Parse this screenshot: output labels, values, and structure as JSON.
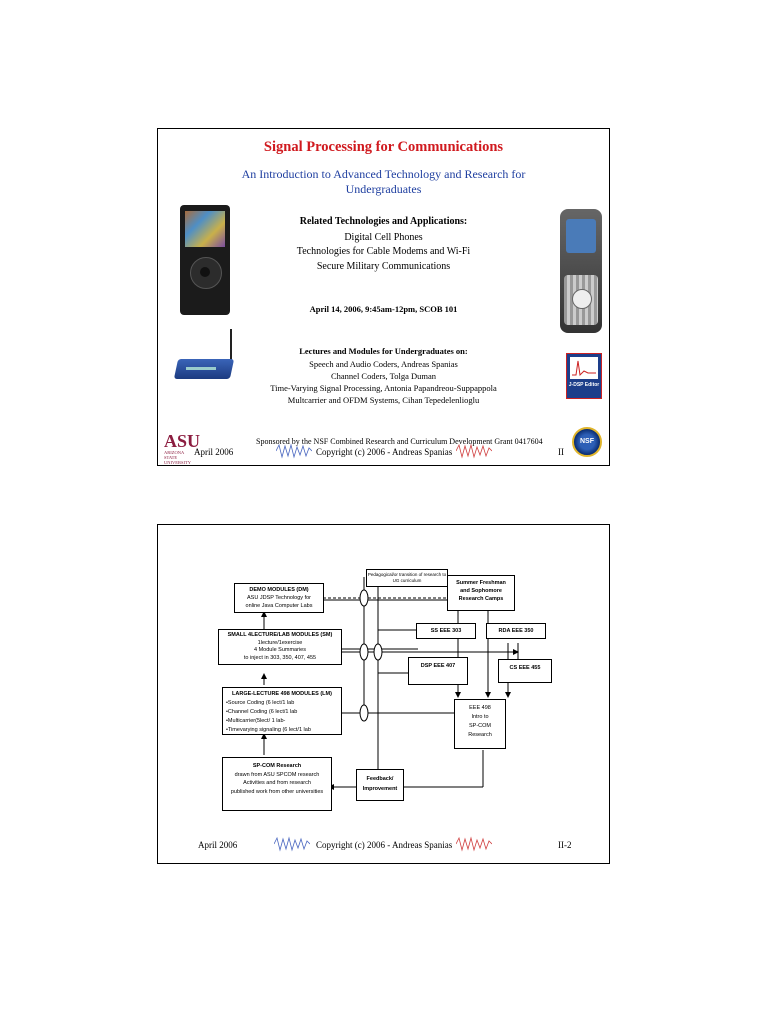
{
  "slide1": {
    "title": "Signal Processing for Communications",
    "subtitle": "An Introduction to Advanced Technology and Research for Undergraduates",
    "related_heading": "Related Technologies and Applications:",
    "related_items": [
      "Digital Cell Phones",
      "Technologies for Cable Modems and Wi-Fi",
      "Secure Military Communications"
    ],
    "date_line": "April 14, 2006, 9:45am-12pm, SCOB 101",
    "lectures_heading": "Lectures and Modules for Undergraduates on:",
    "lectures": [
      "Speech and Audio Coders, Andreas Spanias",
      "Channel Coders, Tolga Duman",
      "Time-Varying Signal Processing, Antonia Papandreou-Suppappola",
      "Multcarrier and OFDM Systems, Cihan Tepedelenlioglu"
    ],
    "sponsor": "Sponsored by the NSF Combined Research and Curriculum Development Grant 0417604",
    "footer_date": "April 2006",
    "footer_copyright": "Copyright (c) 2006 - Andreas Spanias",
    "footer_page": "II",
    "asu_logo_text": "ASU",
    "asu_logo_sub": "ARIZONA STATE UNIVERSITY",
    "jdsp_label": "J-DSP Editor",
    "nsf_label": "NSF"
  },
  "slide2": {
    "pedagogical": "Pedagogical/or transition of research to UG curriculum",
    "summer": [
      "Summer Freshman",
      "and Sophomore",
      "Research Camps"
    ],
    "demo": [
      "DEMO MODULES (DM)",
      "ASU JDSP Technology for",
      "online Java Computer Labs"
    ],
    "small": [
      "SMALL 4LECTURE/LAB MODULES (SM)",
      "1lecture/1exercise",
      "4 Module Summaries",
      "to inject in 303, 350, 407, 455"
    ],
    "large": [
      "LARGE-LECTURE 498 MODULES (LM)",
      "•Source Coding (6 lect/1 lab",
      "•Channel Coding (6 lect/1 lab",
      "•Multicarrier(5lect/ 1 lab-",
      "•Timevarying signaling (6 lect/1 lab"
    ],
    "spcom": [
      "SP-COM Research",
      "drawn from ASU SPCOM research",
      "Activities  and from research",
      "published work from other universities"
    ],
    "ss": "SS EEE 303",
    "rda": "RDA EEE 350",
    "dsp": "DSP EEE 407",
    "cs": "CS EEE 455",
    "eee498": [
      "EEE 498",
      "Intro to",
      "SP-COM",
      "Research"
    ],
    "feedback": [
      "Feedback/",
      "Improvement"
    ],
    "footer_date": "April 2006",
    "footer_copyright": "Copyright (c) 2006 - Andreas Spanias",
    "footer_page": "II-2"
  }
}
